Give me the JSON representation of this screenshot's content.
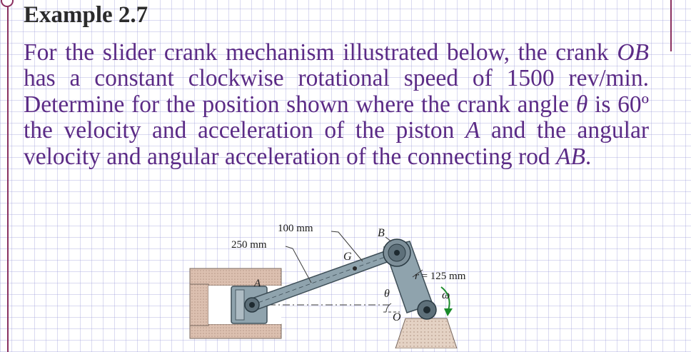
{
  "slide": {
    "title": "Example 2.7",
    "problem": {
      "p1": "For the slider crank mechanism illustrated below, the crank ",
      "crank_name": "OB",
      "p2": " has a constant clockwise rotational speed of 1500 rev/min. Determine for the position shown where the crank angle ",
      "angle_symbol": "θ",
      "p3": " is 60º the velocity and acceleration of the piston ",
      "piston_name": "A",
      "p4": " and the angular velocity and angular acceleration of the connecting rod ",
      "rod_name": "AB",
      "p5": "."
    }
  },
  "figure": {
    "label_100mm": "100 mm",
    "label_250mm": "250 mm",
    "label_B": "B",
    "label_G": "G",
    "label_A": "A",
    "label_O": "O",
    "label_theta": "θ",
    "label_r": "r",
    "label_r_value": " = 125 mm",
    "label_omega": "ω"
  },
  "colors": {
    "text": "#5b2b86",
    "title": "#2b2b2b",
    "accent": "#8a3060",
    "grid": "#a0a0dc",
    "metal": "#8fa3ad",
    "cylinder": "#d8b9a8",
    "omega_arrow": "#1a8a2a"
  }
}
